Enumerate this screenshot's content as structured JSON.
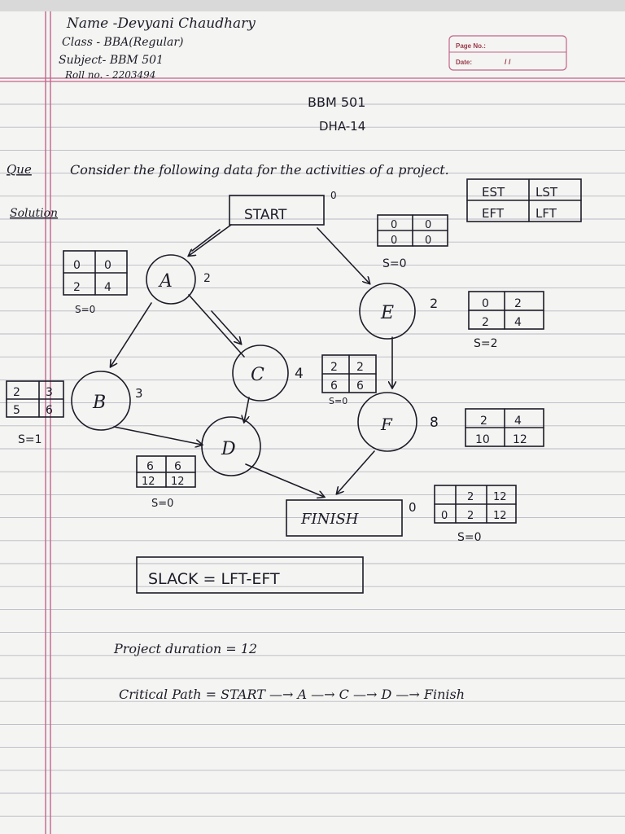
{
  "header": {
    "name": "Name -Devyani Chaudhary",
    "class": "Class - BBA(Regular)",
    "subject": "Subject- BBM 501",
    "roll": "Roll no. - 2203494",
    "page_no_label": "Page No.:",
    "date_label": "Date:",
    "date_value": "/      /"
  },
  "title": {
    "course": "BBM 501",
    "assignment": "DHA-14"
  },
  "question": {
    "label": "Que",
    "text": "Consider the following data for the activities of a project."
  },
  "solution_label": "Solution",
  "legend": {
    "c1": "EST",
    "c2": "LST",
    "c3": "EFT",
    "c4": "LFT"
  },
  "nodes": {
    "start": {
      "label": "START",
      "dur": "0",
      "vals": [
        "0",
        "0",
        "0",
        "0"
      ],
      "slack": "S=0"
    },
    "A": {
      "label": "A",
      "dur": "2",
      "vals": [
        "0",
        "0",
        "2",
        "4"
      ],
      "slack": "S=0"
    },
    "B": {
      "label": "B",
      "dur": "3",
      "vals": [
        "2",
        "3",
        "5",
        "6"
      ],
      "slack": "S=1"
    },
    "C": {
      "label": "C",
      "dur": "4",
      "vals": [
        "2",
        "2",
        "6",
        "6"
      ],
      "slack": "S=0"
    },
    "D": {
      "label": "D",
      "dur": "",
      "vals": [
        "6",
        "6",
        "12",
        "12"
      ],
      "slack": "S=0"
    },
    "E": {
      "label": "E",
      "dur": "2",
      "vals": [
        "0",
        "2",
        "2",
        "4"
      ],
      "slack": "S=2"
    },
    "F": {
      "label": "F",
      "dur": "8",
      "vals": [
        "2",
        "4",
        "10",
        "12"
      ],
      "slack": ""
    },
    "finish": {
      "label": "FINISH",
      "dur": "0",
      "vals": [
        "",
        "2",
        "12",
        "0",
        "2",
        "12"
      ],
      "slack": "S=0"
    }
  },
  "formula": "SLACK = LFT-EFT",
  "duration": "Project duration = 12",
  "critical_path": "Critical Path = START —→ A —→ C —→ D —→ Finish",
  "colors": {
    "ink": "#1c1c28",
    "margin": "#c2648a",
    "rule": "#b9b9c4",
    "paper": "#f4f4f2"
  }
}
